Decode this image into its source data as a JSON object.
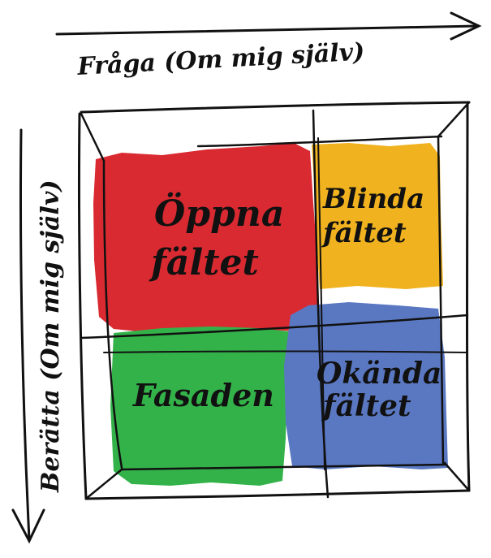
{
  "axes": {
    "horizontal_label": "Fråga (Om mig själv)",
    "vertical_label": "Berätta (Om mig själv)"
  },
  "quadrants": {
    "open": {
      "line1": "Öppna",
      "line2": "fältet",
      "color": "#d92a31"
    },
    "blind": {
      "line1": "Blinda",
      "line2": "fältet",
      "color": "#f0b21e"
    },
    "facade": {
      "line1": "Fasaden",
      "color": "#34b24a"
    },
    "unknown": {
      "line1": "Okända",
      "line2": "fältet",
      "color": "#5a78c2"
    }
  },
  "colors": {
    "ink": "#111111",
    "background": "#ffffff"
  }
}
